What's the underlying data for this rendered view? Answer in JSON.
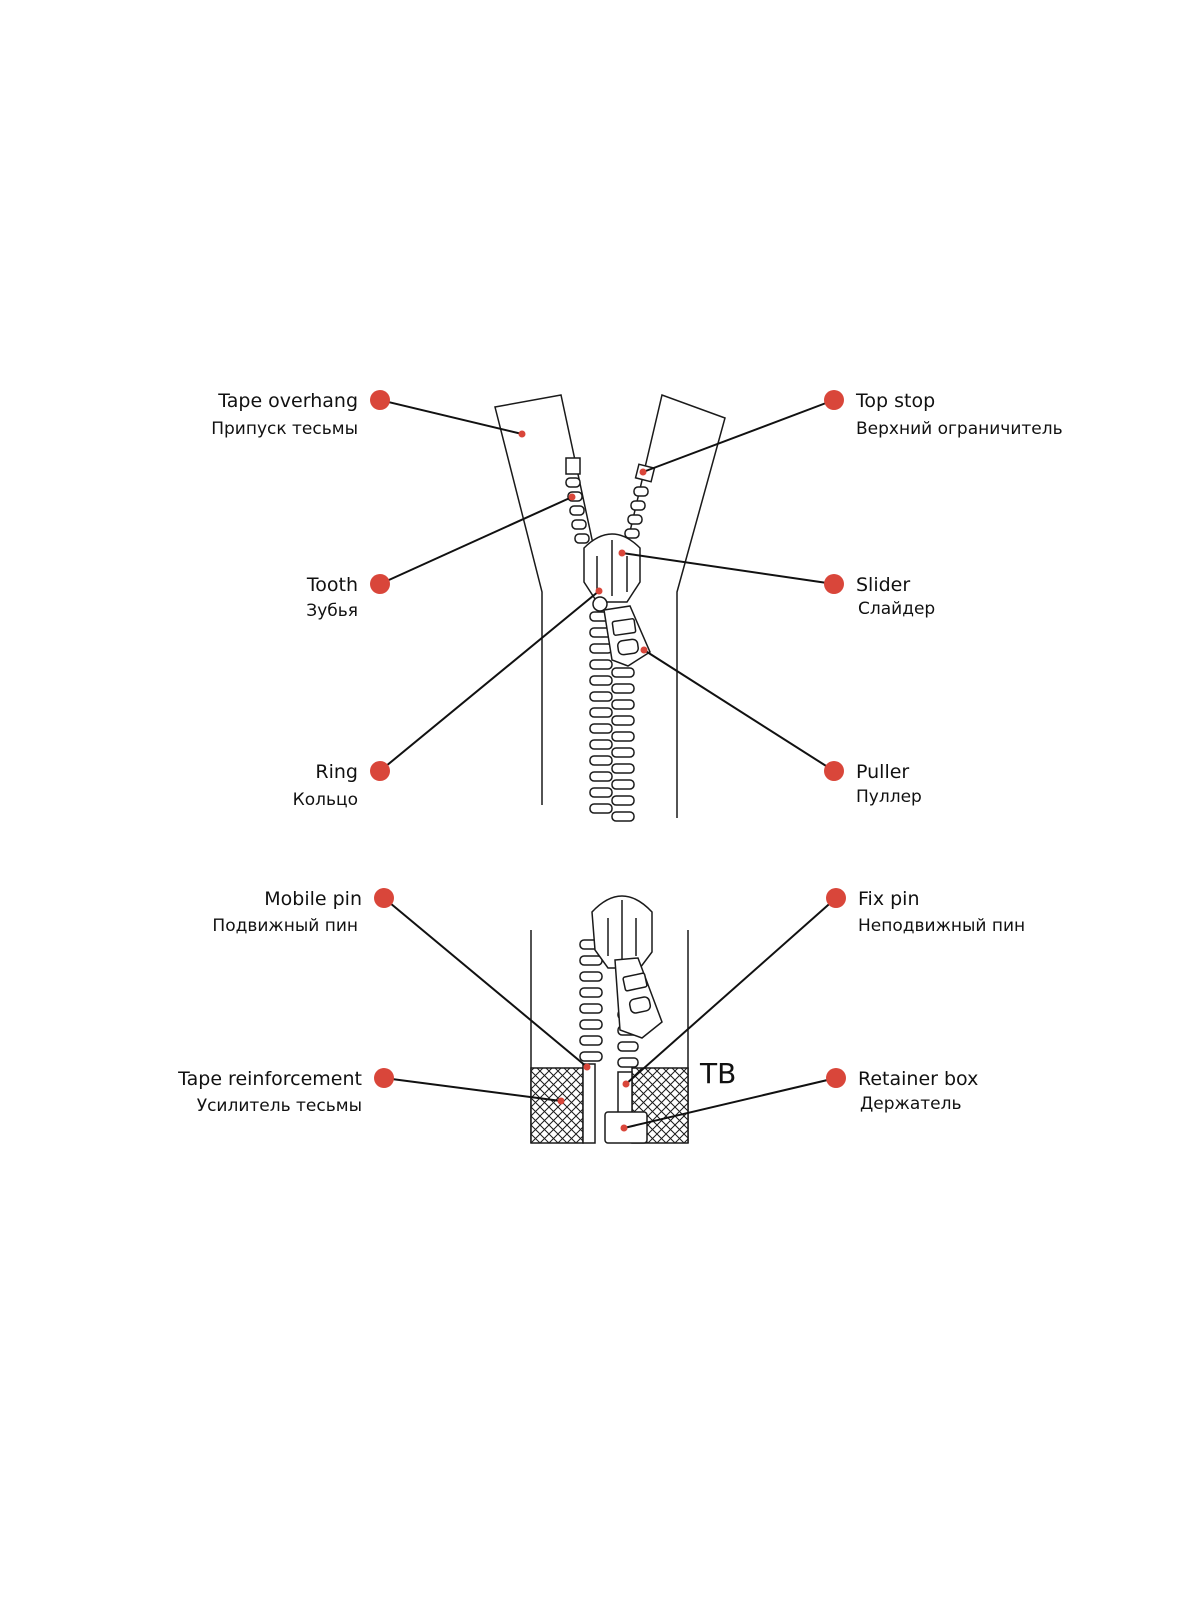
{
  "colors": {
    "marker": "#d9463a",
    "ink": "#1a1a1a",
    "background": "#ffffff"
  },
  "labels": {
    "tape_overhang": {
      "en": "Tape overhang",
      "ru": "Припуск тесьмы"
    },
    "top_stop": {
      "en": "Top stop",
      "ru": "Верхний ограничитель"
    },
    "tooth": {
      "en": "Tooth",
      "ru": "Зубья"
    },
    "slider": {
      "en": "Slider",
      "ru": "Слайдер"
    },
    "ring": {
      "en": "Ring",
      "ru": "Кольцо"
    },
    "puller": {
      "en": "Puller",
      "ru": "Пуллер"
    },
    "mobile_pin": {
      "en": "Mobile pin",
      "ru": "Подвижный пин"
    },
    "fix_pin": {
      "en": "Fix pin",
      "ru": "Неподвижный пин"
    },
    "tape_reinforcement": {
      "en": "Tape reinforcement",
      "ru": "Усилитель тесьмы"
    },
    "retainer_box": {
      "en": "Retainer box",
      "ru": "Держатель"
    }
  },
  "mark": "TB"
}
